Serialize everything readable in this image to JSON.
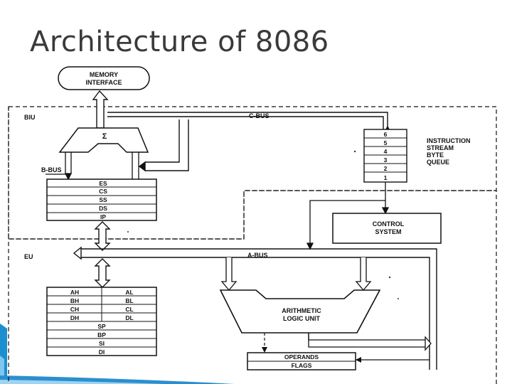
{
  "title": "Architecture of 8086",
  "units": {
    "biu": "BIU",
    "eu": "EU"
  },
  "memory_interface": [
    "MEMORY",
    "INTERFACE"
  ],
  "buses": {
    "c_bus": "C-BUS",
    "b_bus": "B-BUS",
    "a_bus": "A-BUS"
  },
  "adder_symbol": "Σ",
  "segment_registers": [
    "ES",
    "CS",
    "SS",
    "DS",
    "IP"
  ],
  "queue_slots": [
    "6",
    "5",
    "4",
    "3",
    "2",
    "1"
  ],
  "queue_label": [
    "INSTRUCTION",
    "STREAM",
    "BYTE",
    "QUEUE"
  ],
  "control_system": [
    "CONTROL",
    "SYSTEM"
  ],
  "general_registers": {
    "pairs": [
      [
        "AH",
        "AL"
      ],
      [
        "BH",
        "BL"
      ],
      [
        "CH",
        "CL"
      ],
      [
        "DH",
        "DL"
      ]
    ],
    "pointers": [
      "SP",
      "BP",
      "SI",
      "DI"
    ]
  },
  "alu": [
    "ARITHMETIC",
    "LOGIC UNIT"
  ],
  "operands": "OPERANDS",
  "flags": "FLAGS"
}
